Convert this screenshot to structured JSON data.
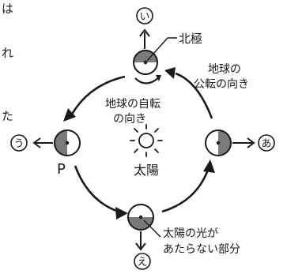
{
  "diagram": {
    "margin_text": [
      "は",
      "れ",
      "た"
    ],
    "sun": {
      "label": "太陽"
    },
    "earth_positions": [
      {
        "id": "top",
        "direction_label": "い"
      },
      {
        "id": "left",
        "position_label": "P",
        "direction_label": "う"
      },
      {
        "id": "right",
        "direction_label": "あ"
      },
      {
        "id": "bottom",
        "direction_label": "え"
      }
    ],
    "labels": {
      "north_pole": "北極",
      "revolution": [
        "地球の",
        "公転の向き"
      ],
      "rotation": [
        "地球の自転",
        "の向き"
      ],
      "shadow": [
        "太陽の光が",
        "あたらない部分"
      ]
    },
    "colors": {
      "ink": "#1a1a1a",
      "shade": "#7a7a7a",
      "paper": "#ffffff"
    }
  }
}
